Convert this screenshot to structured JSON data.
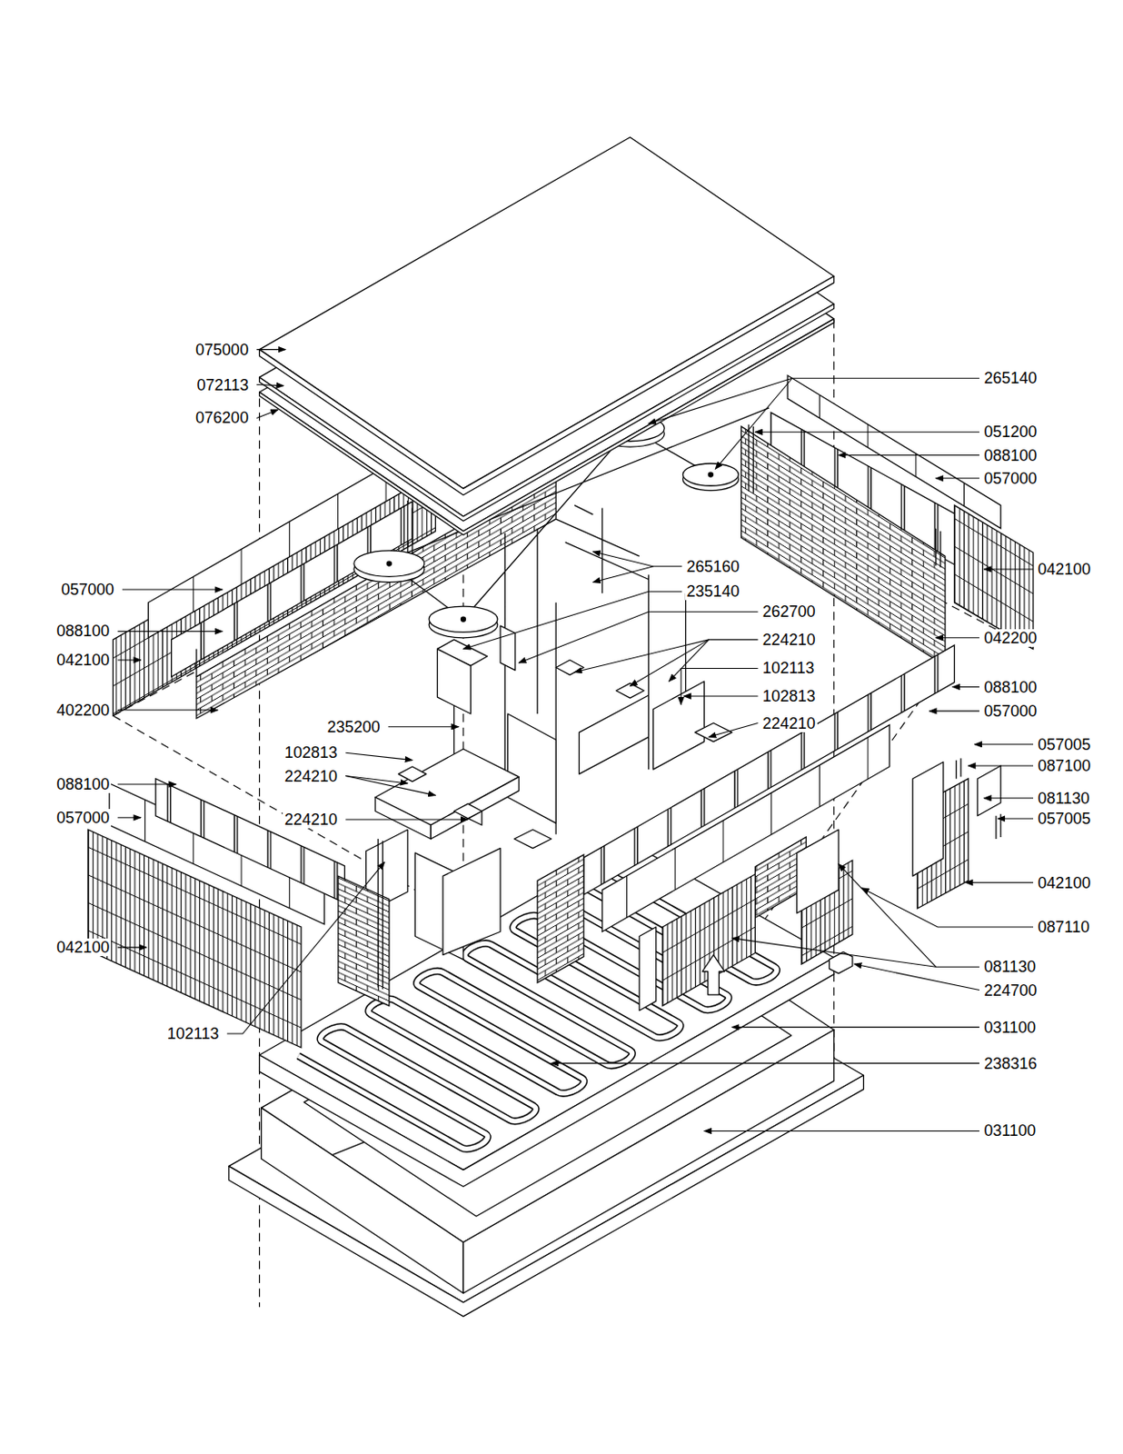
{
  "diagram": {
    "labels": [
      "075000",
      "265140",
      "072113",
      "076200",
      "051200",
      "088100",
      "057000",
      "265160",
      "042100",
      "057000",
      "235140",
      "262700",
      "088100",
      "042200",
      "224210",
      "042100",
      "102113",
      "088100",
      "102813",
      "402200",
      "057000",
      "224210",
      "235200",
      "057005",
      "102813",
      "087100",
      "224210",
      "088100",
      "081130",
      "057000",
      "057005",
      "224210",
      "042100",
      "087110",
      "042100",
      "081130",
      "224700",
      "031100",
      "102113",
      "238316",
      "031100"
    ]
  }
}
